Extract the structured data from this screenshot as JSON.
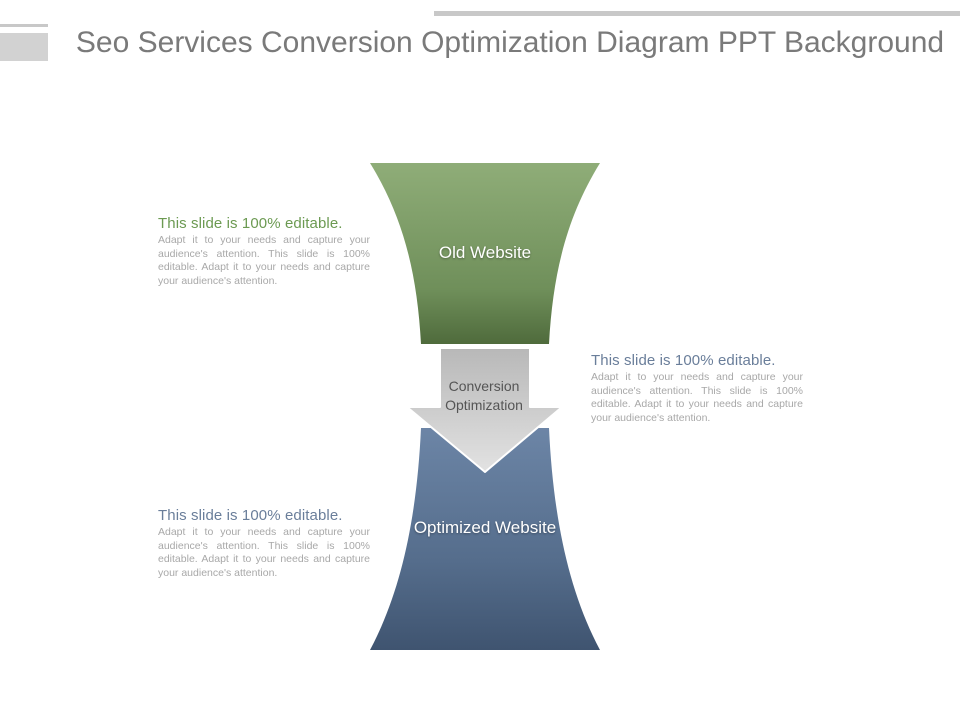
{
  "title": "Seo Services Conversion Optimization Diagram PPT Background",
  "diagram": {
    "top_shape_label": "Old Website",
    "arrow_label": "Conversion Optimization",
    "bottom_shape_label": "Optimized Website",
    "colors": {
      "top_shape": "#7f9e6a",
      "bottom_shape": "#5b7290",
      "arrow": "#c8c8c8"
    }
  },
  "text_blocks": [
    {
      "lead": "This slide is 100% editable.",
      "body": "Adapt it to your needs and capture your audience's attention. This slide is 100% editable. Adapt it to your needs and capture your audience's attention."
    },
    {
      "lead": "This slide is 100% editable.",
      "body": "Adapt it to your needs and capture your audience's attention. This slide is 100% editable. Adapt it to your needs and capture your audience's attention."
    },
    {
      "lead": "This slide is 100% editable.",
      "body": "Adapt it to your needs and capture your audience's attention. This slide is 100% editable. Adapt it to your needs and capture your audience's attention."
    }
  ]
}
